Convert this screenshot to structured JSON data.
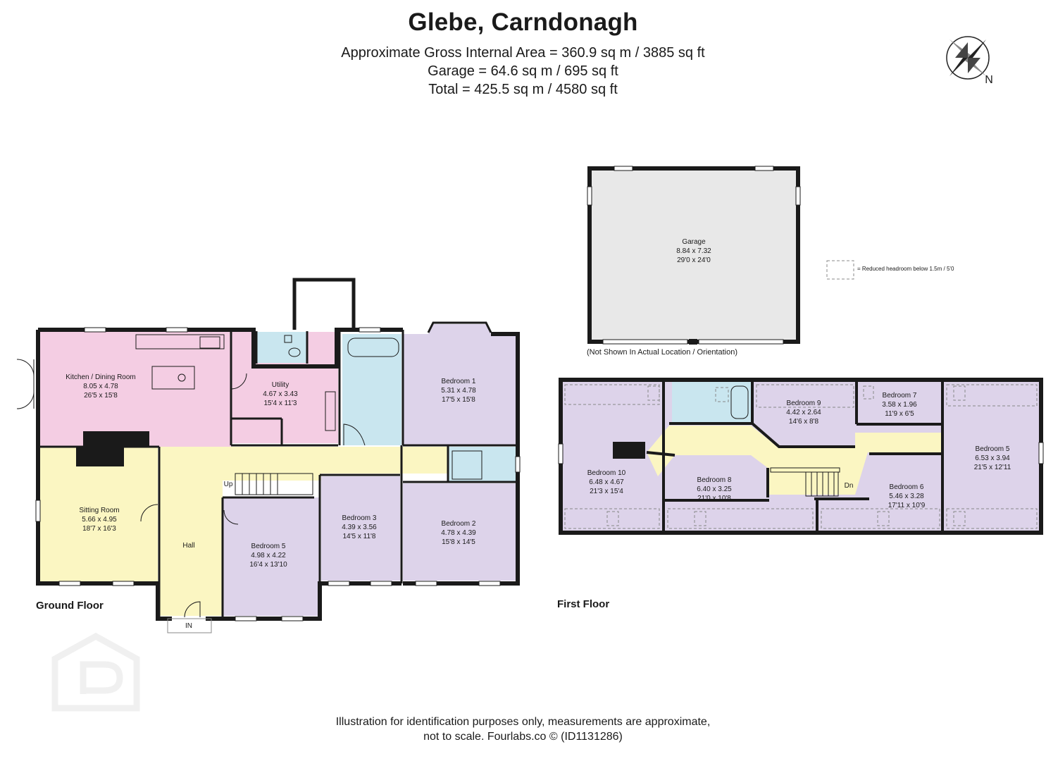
{
  "header": {
    "title": "Glebe, Carndonagh",
    "gross_area": "Approximate Gross Internal Area = 360.9 sq m / 3885 sq ft",
    "garage_area": "Garage = 64.6 sq m / 695 sq ft",
    "total_area": "Total = 425.5 sq m / 4580 sq ft"
  },
  "compass": {
    "label": "N"
  },
  "floors": {
    "ground": "Ground Floor",
    "first": "First Floor"
  },
  "garage_note": "(Not Shown In Actual Location / Orientation)",
  "legend": {
    "text": "= Reduced headroom below 1.5m / 5'0"
  },
  "ground_rooms": {
    "kitchen": {
      "name": "Kitchen / Dining Room",
      "metric": "8.05 x 4.78",
      "imperial": "26'5 x 15'8"
    },
    "utility": {
      "name": "Utility",
      "metric": "4.67 x 3.43",
      "imperial": "15'4 x 11'3"
    },
    "bedroom1": {
      "name": "Bedroom 1",
      "metric": "5.31 x 4.78",
      "imperial": "17'5 x 15'8"
    },
    "sitting": {
      "name": "Sitting Room",
      "metric": "5.66 x 4.95",
      "imperial": "18'7 x 16'3"
    },
    "hall": {
      "name": "Hall"
    },
    "bedroom5": {
      "name": "Bedroom 5",
      "metric": "4.98 x 4.22",
      "imperial": "16'4 x 13'10"
    },
    "bedroom3": {
      "name": "Bedroom 3",
      "metric": "4.39 x 3.56",
      "imperial": "14'5 x 11'8"
    },
    "bedroom2": {
      "name": "Bedroom 2",
      "metric": "4.78 x 4.39",
      "imperial": "15'8 x 14'5"
    },
    "up": "Up",
    "entrance": "IN"
  },
  "garage": {
    "name": "Garage",
    "metric": "8.84 x 7.32",
    "imperial": "29'0 x 24'0"
  },
  "first_rooms": {
    "bedroom10": {
      "name": "Bedroom 10",
      "metric": "6.48 x 4.67",
      "imperial": "21'3 x 15'4"
    },
    "bedroom9": {
      "name": "Bedroom 9",
      "metric": "4.42 x 2.64",
      "imperial": "14'6 x 8'8"
    },
    "bedroom7": {
      "name": "Bedroom 7",
      "metric": "3.58 x 1.96",
      "imperial": "11'9 x 6'5"
    },
    "bedroom5": {
      "name": "Bedroom 5",
      "metric": "6.53 x 3.94",
      "imperial": "21'5 x 12'11"
    },
    "bedroom8": {
      "name": "Bedroom 8",
      "metric": "6.40 x 3.25",
      "imperial": "21'0 x 10'8"
    },
    "bedroom6": {
      "name": "Bedroom 6",
      "metric": "5.46 x 3.28",
      "imperial": "17'11 x 10'9"
    },
    "down": "Dn"
  },
  "footer": {
    "line1": "Illustration for identification purposes only, measurements are approximate,",
    "line2": "not to scale. Fourlabs.co © (ID1131286)"
  },
  "colors": {
    "kitchen": "#f4cde3",
    "bedroom": "#ddd3ea",
    "bathroom": "#c9e6ef",
    "sitting": "#fbf6c2",
    "hall": "#fbf6c2",
    "garage": "#e8e8e8",
    "wall": "#1a1a1a"
  }
}
